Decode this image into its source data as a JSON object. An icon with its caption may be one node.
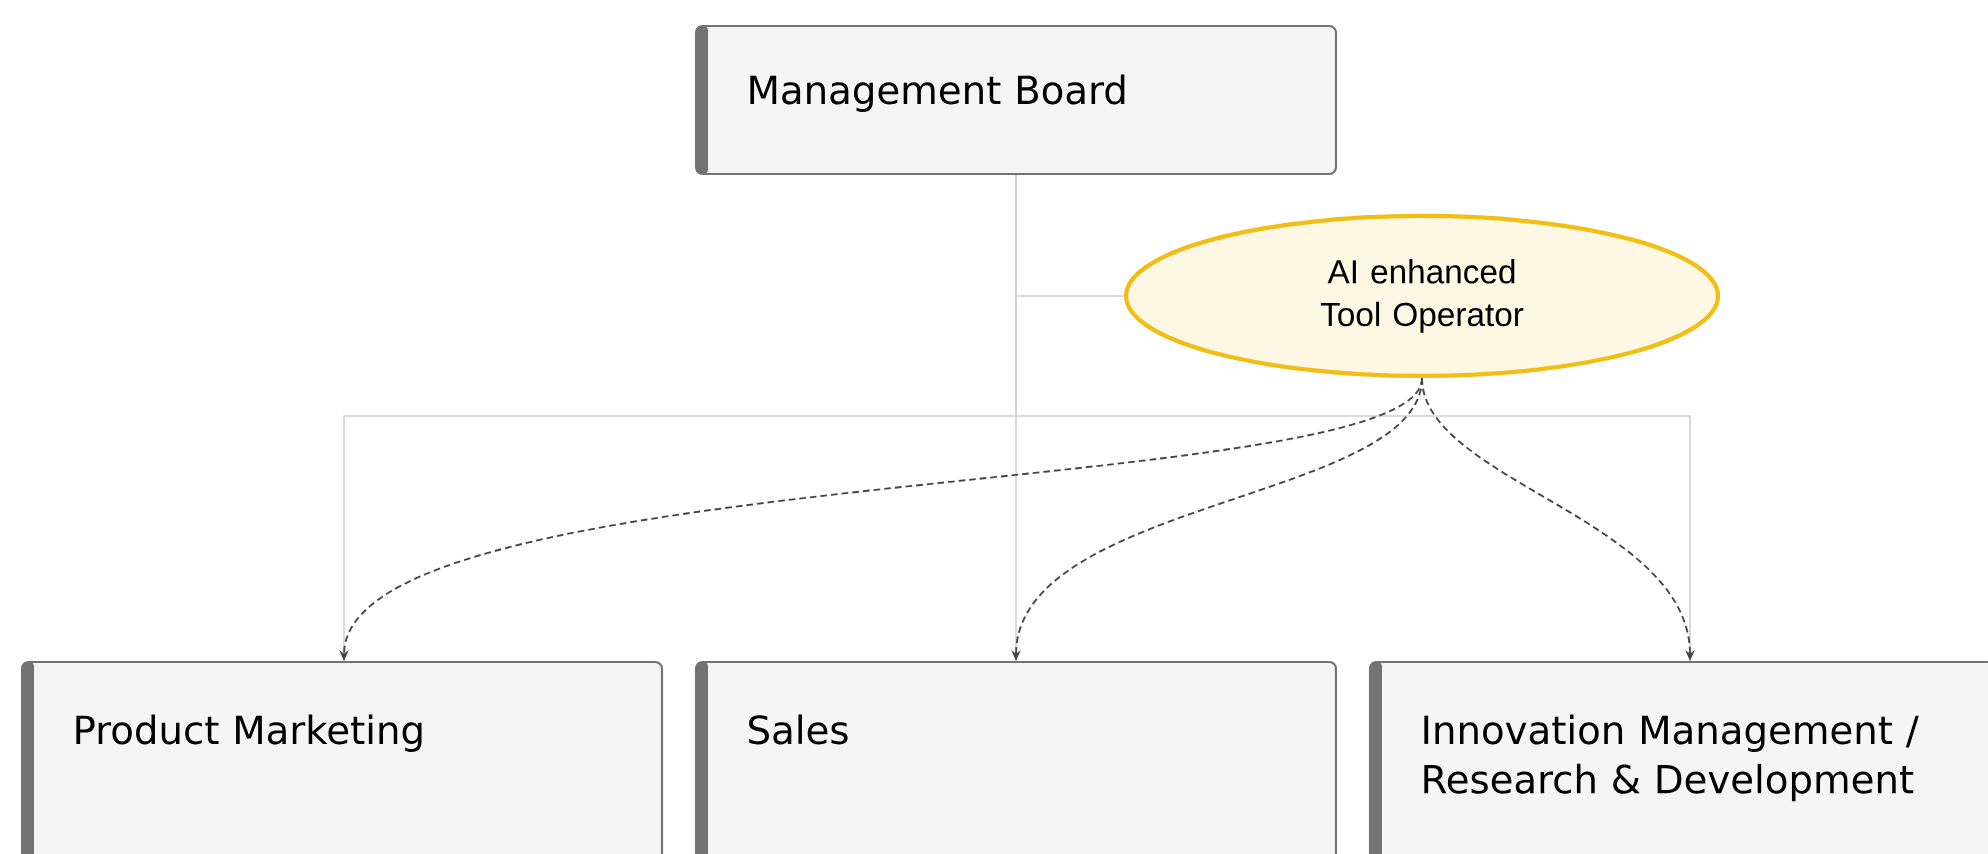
{
  "diagram": {
    "nodes": [
      {
        "text": [
          "Management Board"
        ]
      },
      {
        "text": [
          "AI enhanced Tool Operator"
        ]
      },
      {
        "text": [
          "Product Marketing"
        ]
      },
      {
        "text": [
          "Sales"
        ]
      },
      {
        "text": [
          "Innovation Management / Research & Development"
        ]
      }
    ],
    "edges": [
      {
        "from": 0,
        "to": 1,
        "arrow": "none"
      },
      {
        "from": 0,
        "to": 2,
        "arrow": "none"
      },
      {
        "from": 0,
        "to": 3,
        "arrow": "none"
      },
      {
        "from": 0,
        "to": 4,
        "arrow": "none"
      },
      {
        "from": 1,
        "to": 2,
        "arrow": "to",
        "style": "dashed",
        "color": "#444444"
      },
      {
        "from": 1,
        "to": 3,
        "arrow": "to",
        "style": "dashed",
        "color": "#444444"
      },
      {
        "from": 1,
        "to": 4,
        "arrow": "to",
        "style": "dashed",
        "color": "#444444"
      }
    ]
  }
}
